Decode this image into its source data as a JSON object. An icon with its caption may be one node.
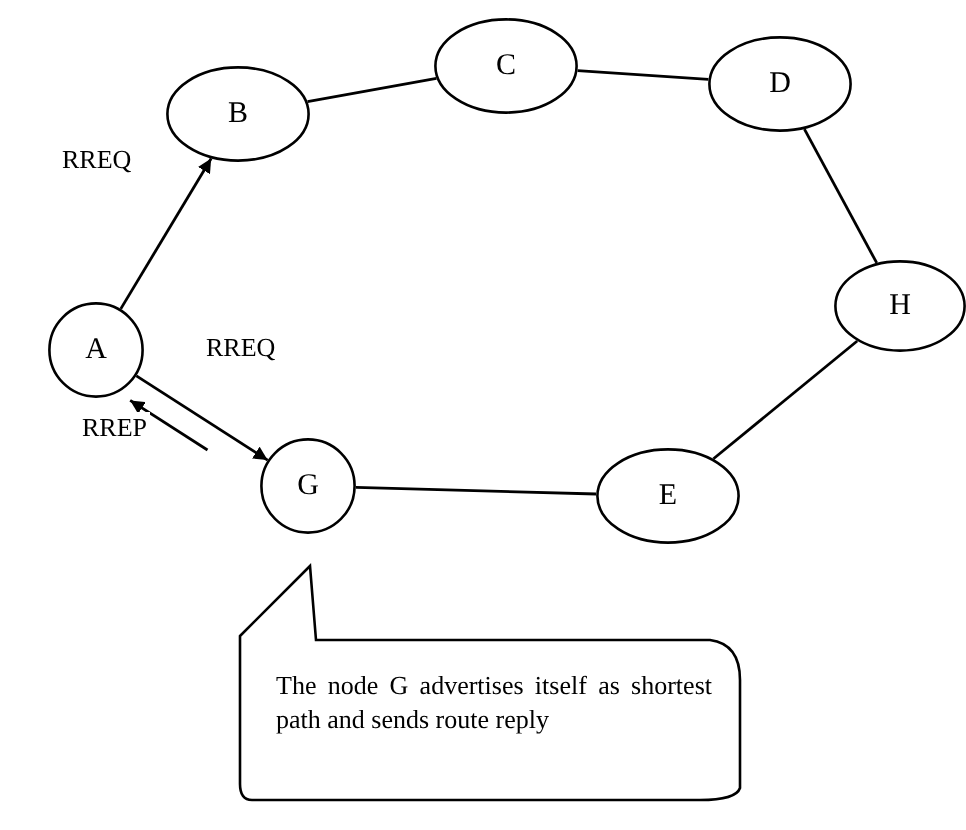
{
  "diagram": {
    "nodes": [
      {
        "text": [
          "A"
        ]
      },
      {
        "text": [
          "B"
        ]
      },
      {
        "text": [
          "C"
        ]
      },
      {
        "text": [
          "D"
        ]
      },
      {
        "text": [
          "H"
        ]
      },
      {
        "text": [
          "E"
        ]
      },
      {
        "text": [
          "G"
        ]
      },
      {
        "text": [
          "The node G advertises itself as shortest path and sends route reply"
        ]
      }
    ],
    "edges": [
      {
        "from": 0,
        "to": 1,
        "arrow": "to",
        "label": "RREQ"
      },
      {
        "from": 1,
        "to": 2,
        "arrow": "none"
      },
      {
        "from": 2,
        "to": 3,
        "arrow": "none"
      },
      {
        "from": 3,
        "to": 4,
        "arrow": "none"
      },
      {
        "from": 4,
        "to": 5,
        "arrow": "none"
      },
      {
        "from": 5,
        "to": 6,
        "arrow": "none"
      },
      {
        "from": 0,
        "to": 6,
        "arrow": "to",
        "label": "RREQ"
      },
      {
        "from": 6,
        "to": 0,
        "arrow": "to",
        "label": "RREP"
      }
    ]
  }
}
